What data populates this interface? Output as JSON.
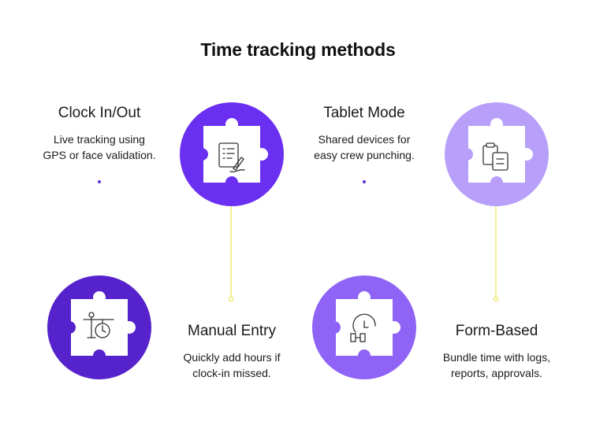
{
  "title": "Time tracking methods",
  "methods": [
    {
      "heading": "Clock In/Out",
      "description_line1": "Live tracking using",
      "description_line2": "GPS or face validation.",
      "color": "#6a2ff0",
      "icon": "document-edit-icon"
    },
    {
      "heading": "Tablet Mode",
      "description_line1": "Shared devices for",
      "description_line2": "easy crew punching.",
      "color": "#b8a0fa",
      "icon": "clipboard-copy-icon"
    },
    {
      "heading": "Manual Entry",
      "description_line1": "Quickly add hours if",
      "description_line2": "clock-in missed.",
      "color": "#5522cc",
      "icon": "wall-clock-icon"
    },
    {
      "heading": "Form-Based",
      "description_line1": "Bundle time with logs,",
      "description_line2": "reports, approvals.",
      "color": "#8e63f6",
      "icon": "clock-workflow-icon"
    }
  ],
  "colors": {
    "connector": "#ecea6a",
    "dot": "#5a2fd6"
  }
}
